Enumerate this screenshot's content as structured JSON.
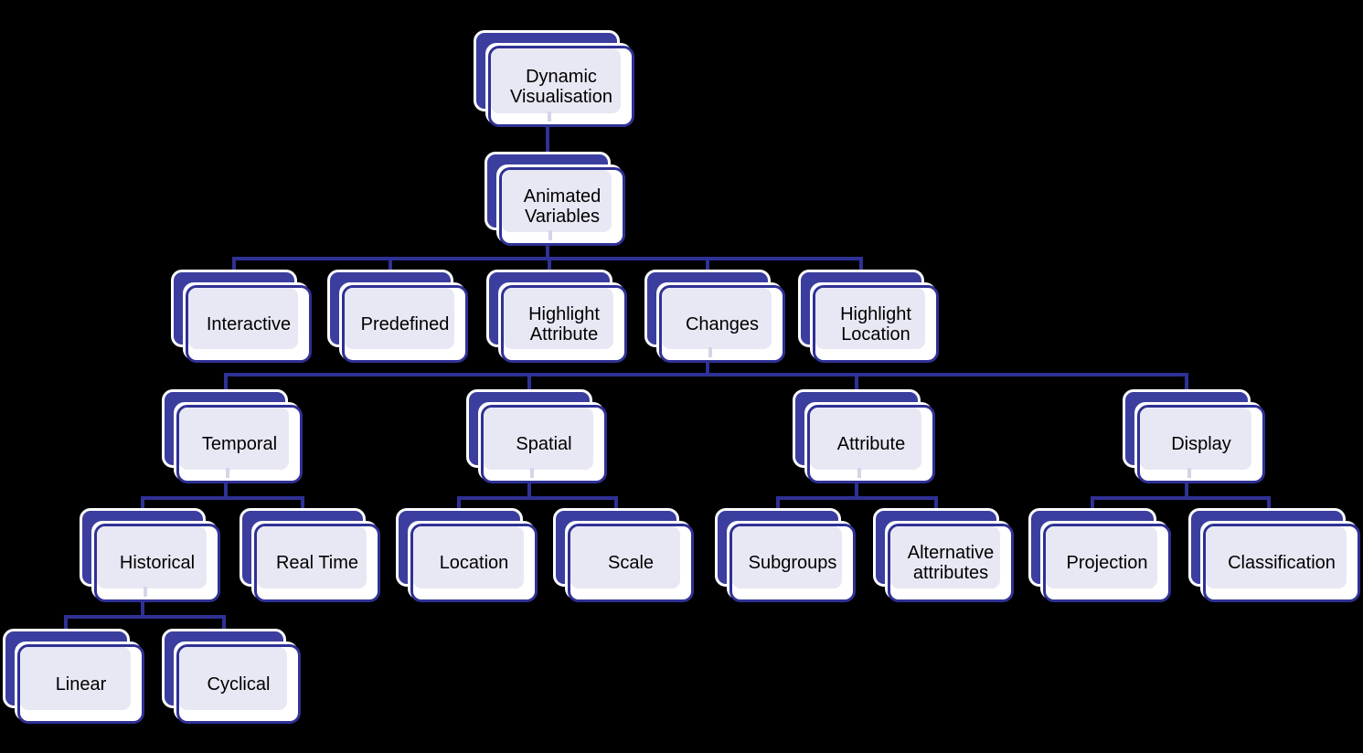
{
  "diagram": {
    "type": "tree",
    "background_color": "#000000",
    "colors": {
      "connector": "#2F3195",
      "node_back_fill": "#3B3E9E",
      "node_front_fill": "#FFFFFF",
      "node_panel_fill": "#E8E8F4",
      "node_border": "#2F3195",
      "node_white_outline": "#FFFFFF",
      "label_text": "#000000"
    },
    "nodes": [
      {
        "id": "dynamic-visualisation",
        "label": "Dynamic Visualisation",
        "parent": null
      },
      {
        "id": "animated-variables",
        "label": "Animated Variables",
        "parent": "dynamic-visualisation"
      },
      {
        "id": "interactive",
        "label": "Interactive",
        "parent": "animated-variables"
      },
      {
        "id": "predefined",
        "label": "Predefined",
        "parent": "animated-variables"
      },
      {
        "id": "highlight-attribute",
        "label": "Highlight Attribute",
        "parent": "animated-variables"
      },
      {
        "id": "changes",
        "label": "Changes",
        "parent": "animated-variables"
      },
      {
        "id": "highlight-location",
        "label": "Highlight Location",
        "parent": "animated-variables"
      },
      {
        "id": "temporal",
        "label": "Temporal",
        "parent": "changes"
      },
      {
        "id": "spatial",
        "label": "Spatial",
        "parent": "changes"
      },
      {
        "id": "attribute",
        "label": "Attribute",
        "parent": "changes"
      },
      {
        "id": "display",
        "label": "Display",
        "parent": "changes"
      },
      {
        "id": "historical",
        "label": "Historical",
        "parent": "temporal"
      },
      {
        "id": "real-time",
        "label": "Real Time",
        "parent": "temporal"
      },
      {
        "id": "location",
        "label": "Location",
        "parent": "spatial"
      },
      {
        "id": "scale",
        "label": "Scale",
        "parent": "spatial"
      },
      {
        "id": "subgroups",
        "label": "Subgroups",
        "parent": "attribute"
      },
      {
        "id": "alternative-attributes",
        "label": "Alternative attributes",
        "parent": "attribute"
      },
      {
        "id": "projection",
        "label": "Projection",
        "parent": "display"
      },
      {
        "id": "classification",
        "label": "Classification",
        "parent": "display"
      },
      {
        "id": "linear",
        "label": "Linear",
        "parent": "historical"
      },
      {
        "id": "cyclical",
        "label": "Cyclical",
        "parent": "historical"
      }
    ]
  }
}
